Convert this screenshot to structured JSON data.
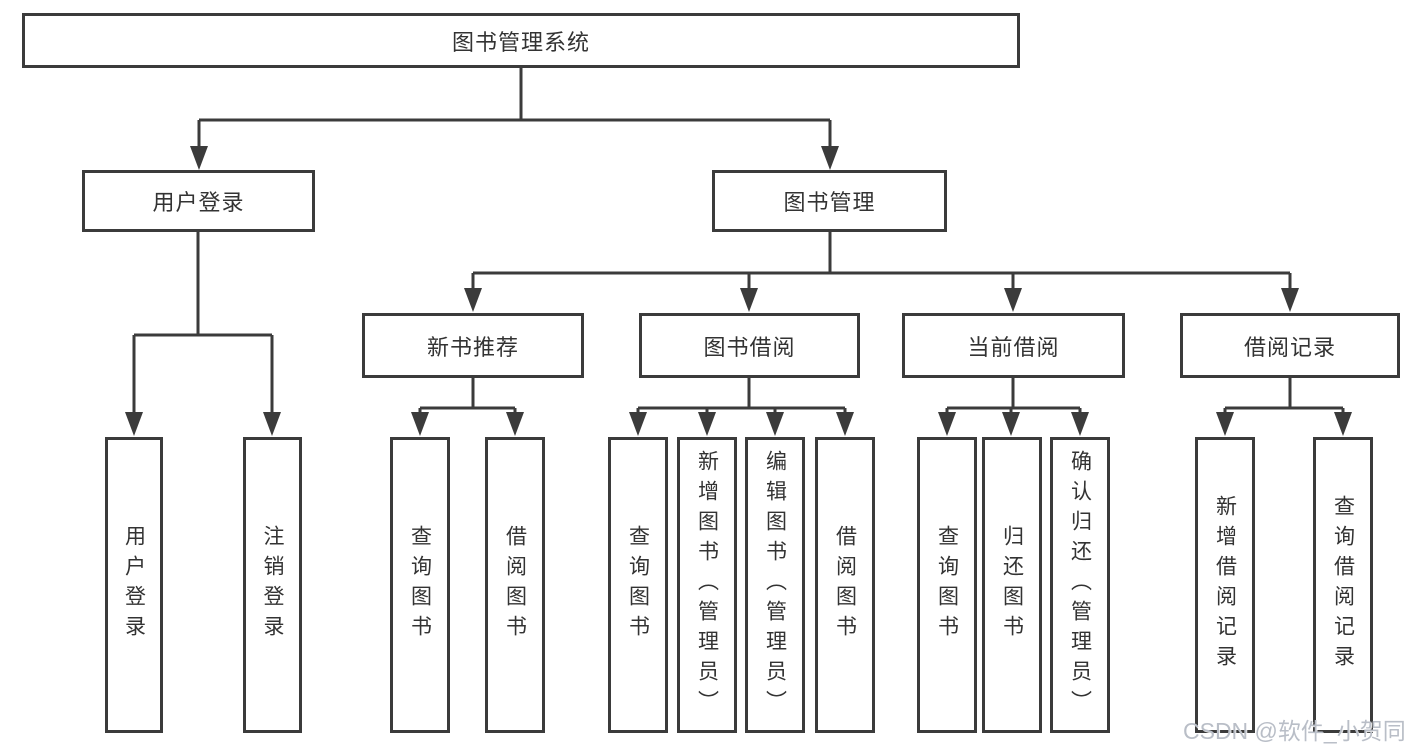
{
  "colors": {
    "line": "#3b3b3b",
    "box_border": "#3b3b3b",
    "box_background": "#ffffff",
    "text": "#333333",
    "watermark": "#b9bec7"
  },
  "diagram": {
    "root": {
      "label": "图书管理系统"
    },
    "branches": [
      {
        "label": "用户登录",
        "leaves": [
          {
            "label": "用户登录"
          },
          {
            "label": "注销登录"
          }
        ]
      },
      {
        "label": "图书管理",
        "groups": [
          {
            "label": "新书推荐",
            "leaves": [
              {
                "label": "查询图书"
              },
              {
                "label": "借阅图书"
              }
            ]
          },
          {
            "label": "图书借阅",
            "leaves": [
              {
                "label": "查询图书"
              },
              {
                "label": "新增图书（管理员）"
              },
              {
                "label": "编辑图书（管理员）"
              },
              {
                "label": "借阅图书"
              }
            ]
          },
          {
            "label": "当前借阅",
            "leaves": [
              {
                "label": "查询图书"
              },
              {
                "label": "归还图书"
              },
              {
                "label": "确认归还（管理员）"
              }
            ]
          },
          {
            "label": "借阅记录",
            "leaves": [
              {
                "label": "新增借阅记录"
              },
              {
                "label": "查询借阅记录"
              }
            ]
          }
        ]
      }
    ]
  },
  "watermark": {
    "text": "CSDN @软件_小贺同学"
  }
}
